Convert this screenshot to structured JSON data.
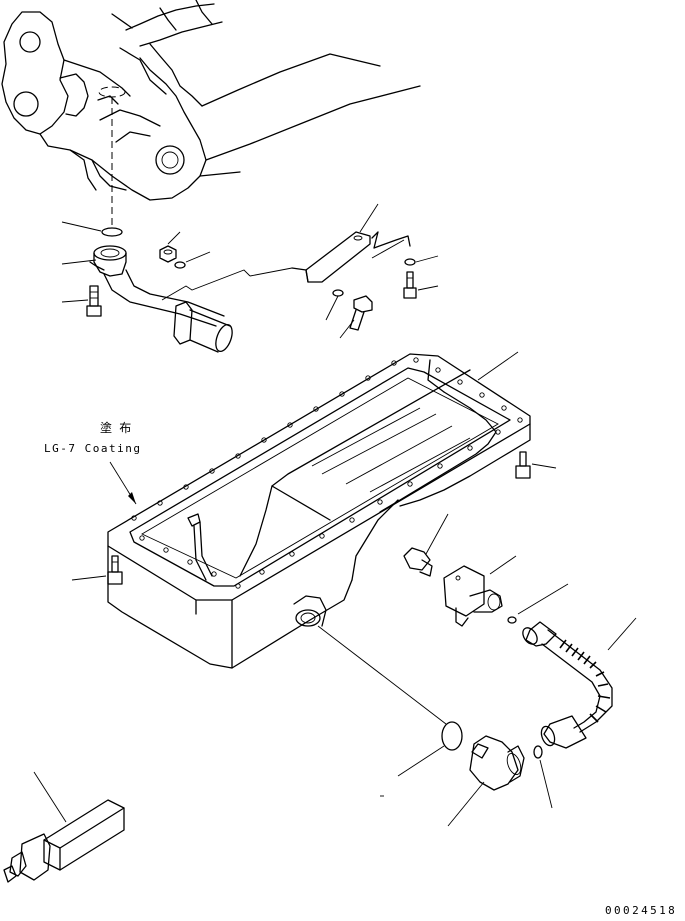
{
  "annotation": {
    "japanese": "塗 布",
    "english": "LG-7 Coating"
  },
  "drawing_number": "00024518"
}
